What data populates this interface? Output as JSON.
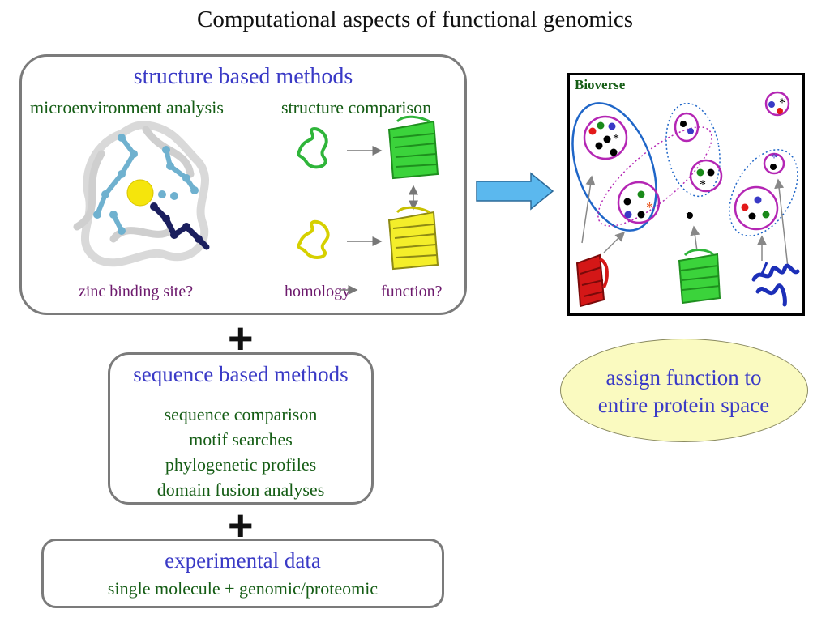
{
  "title": "Computational aspects of functional genomics",
  "structure": {
    "heading": "structure based methods",
    "left_label": "microenvironment analysis",
    "right_label": "structure comparison",
    "caption_left": "zinc binding site?",
    "caption_right_a": "homology",
    "caption_right_b": "function?"
  },
  "sequence": {
    "heading": "sequence based methods",
    "items": [
      "sequence comparison",
      "motif searches",
      "phylogenetic profiles",
      "domain fusion analyses"
    ]
  },
  "experimental": {
    "heading": "experimental data",
    "subtitle": "single molecule + genomic/proteomic"
  },
  "plus_sign": "+",
  "bioverse": {
    "label": "Bioverse",
    "asterisk": "*"
  },
  "assign": {
    "line1": "assign function to",
    "line2": "entire protein space"
  },
  "colors": {
    "heading_blue": "#3a3ac6",
    "label_green": "#155d15",
    "caption_purple": "#6d1a6d",
    "box_border": "#7b7b7b",
    "arrow_fill": "#5bb8ee",
    "ellipse_fill": "#fafac0",
    "cluster_magenta": "#b426b4",
    "cluster_blue": "#1f66c8"
  }
}
